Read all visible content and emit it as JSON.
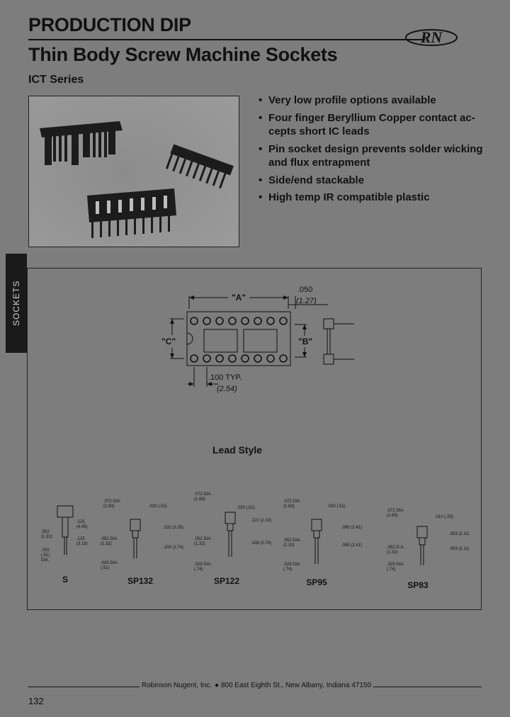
{
  "header": {
    "title_line1": "PRODUCTION DIP",
    "title_line2": "Thin Body Screw Machine Sockets",
    "series": "ICT Series",
    "logo_text": "RN"
  },
  "features": [
    "Very low profile options available",
    "Four finger Beryllium Copper contact ac-\ncepts short IC leads",
    "Pin socket design prevents solder wicking\nand flux entrapment",
    "Side/end stackable",
    "High temp IR compatible plastic"
  ],
  "bullet_char": "•",
  "side_tab": "SOCKETS",
  "socket_drawing": {
    "label_a": "\"A\"",
    "label_b": "\"B\"",
    "label_c": "\"C\"",
    "pitch_end": ".050",
    "pitch_end_mm": "(1.27)",
    "pitch": ".100 TYP.",
    "pitch_mm": "(2.54)"
  },
  "lead_style": {
    "title": "Lead Style",
    "styles": [
      {
        "name": "S",
        "dims": [
          ".125",
          "(4.45)",
          ".052",
          "(1.32)",
          ".125",
          "(3.18)",
          ".020",
          "(.51)",
          "DIA."
        ]
      },
      {
        "name": "SP132",
        "dims": [
          ".072 DIA.",
          "(1.83)",
          ".020 (.51)",
          ".132 (3.35)",
          ".052 DIA.",
          "(1.32)",
          ".108 (2.74)",
          ".020 DIA.",
          "(.51)"
        ]
      },
      {
        "name": "SP122",
        "dims": [
          ".072 DIA.",
          "(1.83)",
          ".020 (.51)",
          ".122 (2.10)",
          ".052 DIA.",
          "(1.32)",
          ".108 (2.74)",
          ".029 DIA.",
          "(.74)"
        ]
      },
      {
        "name": "SP95",
        "dims": [
          ".072 DIA.",
          "(1.83)",
          ".020 (.51)",
          ".095 (2.41)",
          ".052 DIA.",
          "(1.32)",
          ".095 (2.41)",
          ".029 DIA.",
          "(.74)"
        ]
      },
      {
        "name": "SP83",
        "dims": [
          ".072 DIA.",
          "(1.83)",
          ".010 (.25)",
          ".083 (2.11)",
          ".052 D.A.",
          "(1.32)",
          ".083 (2.11)",
          ".029 DIA.",
          "(.74)"
        ]
      }
    ]
  },
  "footer": {
    "company": "Robinson Nugent, Inc.",
    "address": "800 East Eighth St., New Albany, Indiana 47150",
    "page": "132"
  }
}
